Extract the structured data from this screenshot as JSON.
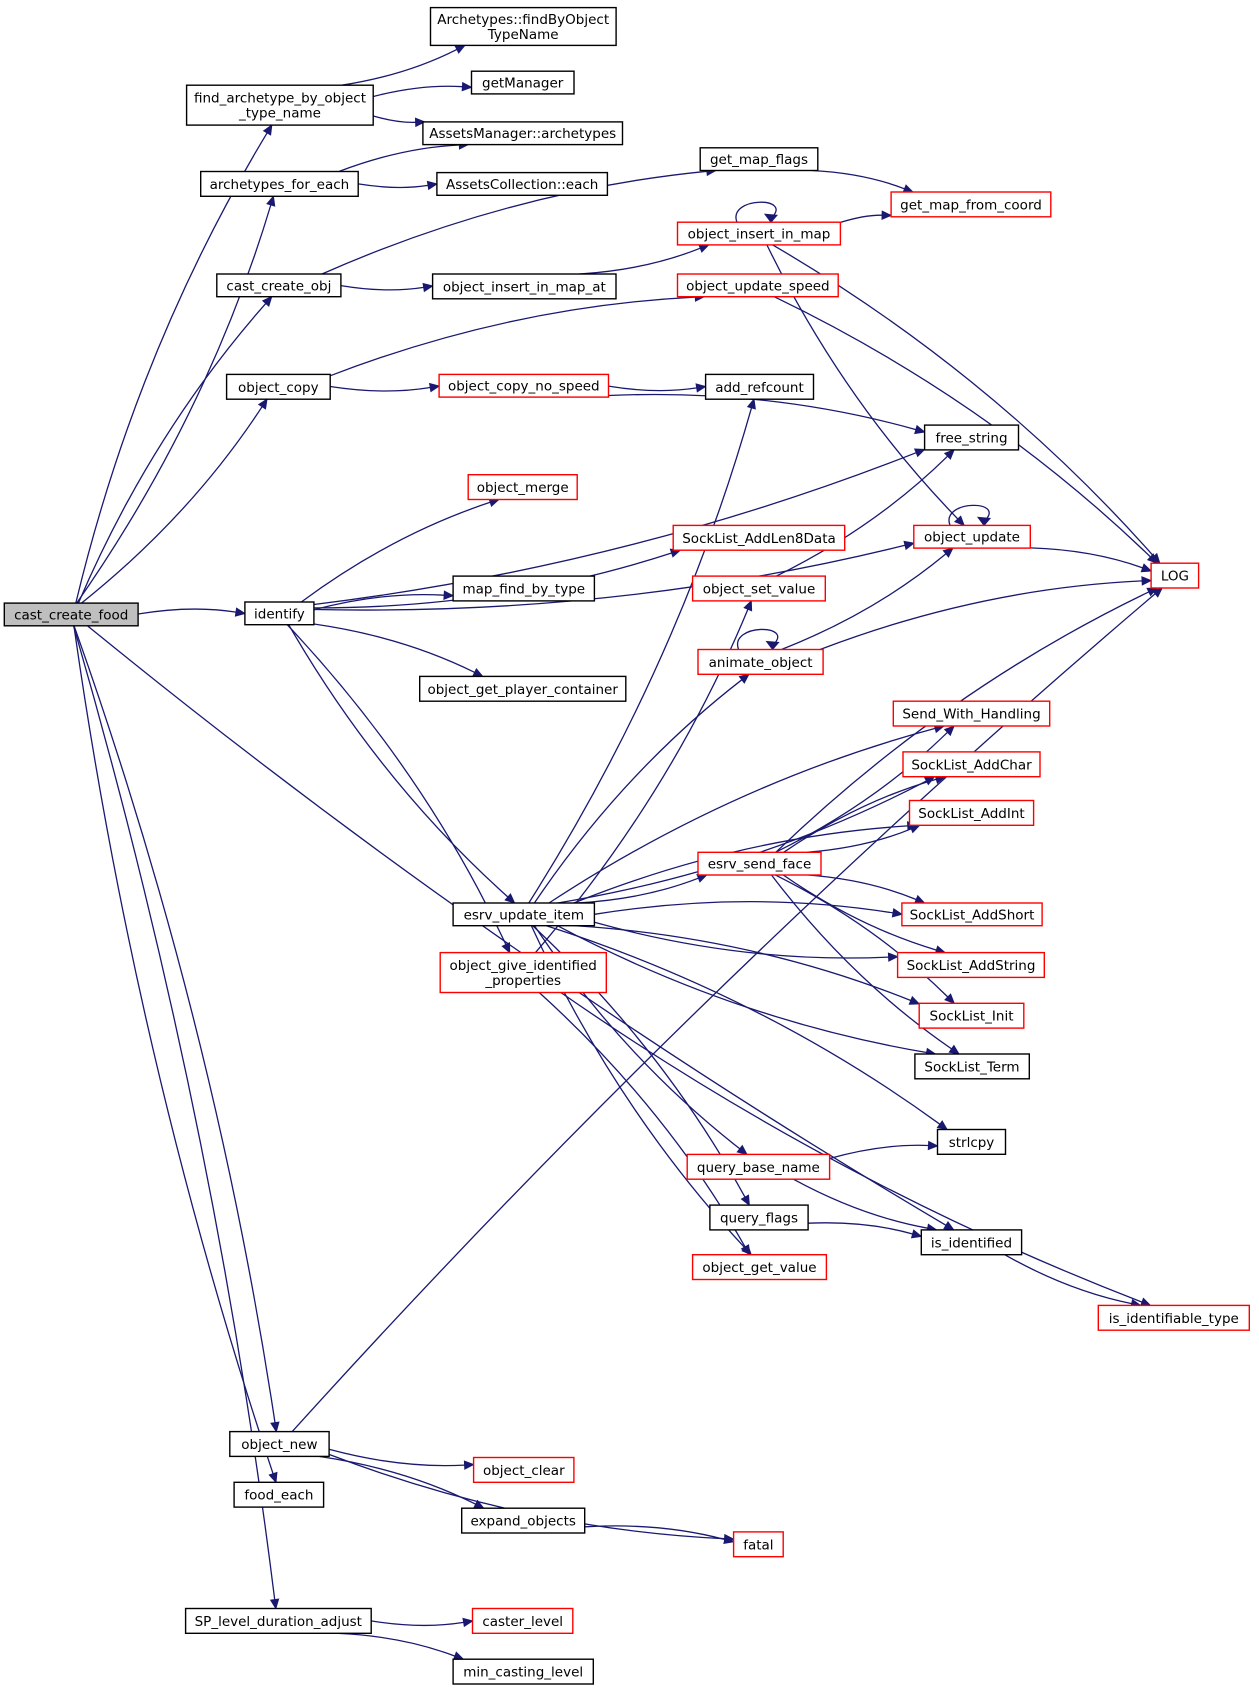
{
  "graph": {
    "edge_color": "#191970",
    "highlight_border_color": "#ff0000",
    "root_fill_color": "#bfbfbf",
    "nodes": [
      {
        "id": "cast_create_food",
        "lines": [
          "cast_create_food"
        ],
        "style": "root"
      },
      {
        "id": "find_archetype",
        "lines": [
          "find_archetype_by_object",
          "_type_name"
        ],
        "style": "plain"
      },
      {
        "id": "findByObjectTypeName",
        "lines": [
          "Archetypes::findByObject",
          "TypeName"
        ],
        "style": "plain"
      },
      {
        "id": "getManager",
        "lines": [
          "getManager"
        ],
        "style": "plain"
      },
      {
        "id": "archetypes",
        "lines": [
          "AssetsManager::archetypes"
        ],
        "style": "plain"
      },
      {
        "id": "archetypes_for_each",
        "lines": [
          "archetypes_for_each"
        ],
        "style": "plain"
      },
      {
        "id": "each",
        "lines": [
          "AssetsCollection::each"
        ],
        "style": "plain"
      },
      {
        "id": "get_map_flags",
        "lines": [
          "get_map_flags"
        ],
        "style": "plain"
      },
      {
        "id": "get_map_from_coord",
        "lines": [
          "get_map_from_coord"
        ],
        "style": "red"
      },
      {
        "id": "object_insert_in_map",
        "lines": [
          "object_insert_in_map"
        ],
        "style": "red"
      },
      {
        "id": "cast_create_obj",
        "lines": [
          "cast_create_obj"
        ],
        "style": "plain"
      },
      {
        "id": "object_insert_in_map_at",
        "lines": [
          "object_insert_in_map_at"
        ],
        "style": "plain"
      },
      {
        "id": "object_update_speed",
        "lines": [
          "object_update_speed"
        ],
        "style": "red"
      },
      {
        "id": "object_copy",
        "lines": [
          "object_copy"
        ],
        "style": "plain"
      },
      {
        "id": "object_copy_no_speed",
        "lines": [
          "object_copy_no_speed"
        ],
        "style": "red"
      },
      {
        "id": "add_refcount",
        "lines": [
          "add_refcount"
        ],
        "style": "plain"
      },
      {
        "id": "free_string",
        "lines": [
          "free_string"
        ],
        "style": "plain"
      },
      {
        "id": "object_merge",
        "lines": [
          "object_merge"
        ],
        "style": "red"
      },
      {
        "id": "SockList_AddLen8Data",
        "lines": [
          "SockList_AddLen8Data"
        ],
        "style": "red"
      },
      {
        "id": "object_update",
        "lines": [
          "object_update"
        ],
        "style": "red"
      },
      {
        "id": "LOG",
        "lines": [
          "LOG"
        ],
        "style": "red"
      },
      {
        "id": "identify",
        "lines": [
          "identify"
        ],
        "style": "plain"
      },
      {
        "id": "map_find_by_type",
        "lines": [
          "map_find_by_type"
        ],
        "style": "plain"
      },
      {
        "id": "object_set_value",
        "lines": [
          "object_set_value"
        ],
        "style": "red"
      },
      {
        "id": "animate_object",
        "lines": [
          "animate_object"
        ],
        "style": "red"
      },
      {
        "id": "object_get_player_container",
        "lines": [
          "object_get_player_container"
        ],
        "style": "plain"
      },
      {
        "id": "Send_With_Handling",
        "lines": [
          "Send_With_Handling"
        ],
        "style": "red"
      },
      {
        "id": "SockList_AddChar",
        "lines": [
          "SockList_AddChar"
        ],
        "style": "red"
      },
      {
        "id": "SockList_AddInt",
        "lines": [
          "SockList_AddInt"
        ],
        "style": "red"
      },
      {
        "id": "esrv_send_face",
        "lines": [
          "esrv_send_face"
        ],
        "style": "red"
      },
      {
        "id": "esrv_update_item",
        "lines": [
          "esrv_update_item"
        ],
        "style": "plain"
      },
      {
        "id": "SockList_AddShort",
        "lines": [
          "SockList_AddShort"
        ],
        "style": "red"
      },
      {
        "id": "object_give_identified_properties",
        "lines": [
          "object_give_identified",
          "_properties"
        ],
        "style": "red"
      },
      {
        "id": "SockList_AddString",
        "lines": [
          "SockList_AddString"
        ],
        "style": "red"
      },
      {
        "id": "SockList_Init",
        "lines": [
          "SockList_Init"
        ],
        "style": "red"
      },
      {
        "id": "SockList_Term",
        "lines": [
          "SockList_Term"
        ],
        "style": "plain"
      },
      {
        "id": "strlcpy",
        "lines": [
          "strlcpy"
        ],
        "style": "plain"
      },
      {
        "id": "query_base_name",
        "lines": [
          "query_base_name"
        ],
        "style": "red"
      },
      {
        "id": "query_flags",
        "lines": [
          "query_flags"
        ],
        "style": "plain"
      },
      {
        "id": "is_identified",
        "lines": [
          "is_identified"
        ],
        "style": "plain"
      },
      {
        "id": "object_get_value",
        "lines": [
          "object_get_value"
        ],
        "style": "red"
      },
      {
        "id": "is_identifiable_type",
        "lines": [
          "is_identifiable_type"
        ],
        "style": "red"
      },
      {
        "id": "object_new",
        "lines": [
          "object_new"
        ],
        "style": "plain"
      },
      {
        "id": "object_clear",
        "lines": [
          "object_clear"
        ],
        "style": "red"
      },
      {
        "id": "food_each",
        "lines": [
          "food_each"
        ],
        "style": "plain"
      },
      {
        "id": "expand_objects",
        "lines": [
          "expand_objects"
        ],
        "style": "plain"
      },
      {
        "id": "fatal",
        "lines": [
          "fatal"
        ],
        "style": "red"
      },
      {
        "id": "SP_level_duration_adjust",
        "lines": [
          "SP_level_duration_adjust"
        ],
        "style": "plain"
      },
      {
        "id": "caster_level",
        "lines": [
          "caster_level"
        ],
        "style": "red"
      },
      {
        "id": "min_casting_level",
        "lines": [
          "min_casting_level"
        ],
        "style": "plain"
      }
    ],
    "edges": [
      [
        "cast_create_food",
        "find_archetype"
      ],
      [
        "cast_create_food",
        "archetypes_for_each"
      ],
      [
        "cast_create_food",
        "cast_create_obj"
      ],
      [
        "cast_create_food",
        "object_copy"
      ],
      [
        "cast_create_food",
        "identify"
      ],
      [
        "cast_create_food",
        "is_identified"
      ],
      [
        "cast_create_food",
        "object_new"
      ],
      [
        "cast_create_food",
        "food_each"
      ],
      [
        "cast_create_food",
        "SP_level_duration_adjust"
      ],
      [
        "find_archetype",
        "findByObjectTypeName"
      ],
      [
        "find_archetype",
        "getManager"
      ],
      [
        "find_archetype",
        "archetypes"
      ],
      [
        "archetypes_for_each",
        "archetypes"
      ],
      [
        "archetypes_for_each",
        "each"
      ],
      [
        "cast_create_obj",
        "get_map_flags"
      ],
      [
        "cast_create_obj",
        "object_insert_in_map_at"
      ],
      [
        "get_map_flags",
        "get_map_from_coord"
      ],
      [
        "object_insert_in_map_at",
        "object_insert_in_map"
      ],
      [
        "object_insert_in_map",
        "get_map_from_coord"
      ],
      [
        "object_insert_in_map",
        "object_insert_in_map"
      ],
      [
        "object_insert_in_map",
        "LOG"
      ],
      [
        "object_insert_in_map",
        "object_update"
      ],
      [
        "object_copy",
        "object_update_speed"
      ],
      [
        "object_copy",
        "object_copy_no_speed"
      ],
      [
        "object_update_speed",
        "LOG"
      ],
      [
        "object_copy_no_speed",
        "add_refcount"
      ],
      [
        "object_copy_no_speed",
        "free_string"
      ],
      [
        "identify",
        "free_string"
      ],
      [
        "identify",
        "object_merge"
      ],
      [
        "identify",
        "object_update"
      ],
      [
        "identify",
        "map_find_by_type"
      ],
      [
        "identify",
        "SockList_AddLen8Data"
      ],
      [
        "identify",
        "object_get_player_container"
      ],
      [
        "identify",
        "esrv_update_item"
      ],
      [
        "identify",
        "object_give_identified_properties"
      ],
      [
        "object_update",
        "object_update"
      ],
      [
        "object_update",
        "LOG"
      ],
      [
        "object_set_value",
        "free_string"
      ],
      [
        "animate_object",
        "animate_object"
      ],
      [
        "animate_object",
        "object_update"
      ],
      [
        "animate_object",
        "LOG"
      ],
      [
        "esrv_update_item",
        "add_refcount"
      ],
      [
        "esrv_update_item",
        "Send_With_Handling"
      ],
      [
        "esrv_update_item",
        "SockList_AddChar"
      ],
      [
        "esrv_update_item",
        "SockList_AddInt"
      ],
      [
        "esrv_update_item",
        "esrv_send_face"
      ],
      [
        "esrv_update_item",
        "SockList_AddShort"
      ],
      [
        "esrv_update_item",
        "SockList_AddString"
      ],
      [
        "esrv_update_item",
        "SockList_Init"
      ],
      [
        "esrv_update_item",
        "SockList_Term"
      ],
      [
        "esrv_update_item",
        "strlcpy"
      ],
      [
        "esrv_update_item",
        "query_base_name"
      ],
      [
        "esrv_update_item",
        "query_flags"
      ],
      [
        "esrv_update_item",
        "object_get_value"
      ],
      [
        "esrv_update_item",
        "animate_object"
      ],
      [
        "esrv_send_face",
        "Send_With_Handling"
      ],
      [
        "esrv_send_face",
        "SockList_AddChar"
      ],
      [
        "esrv_send_face",
        "SockList_AddInt"
      ],
      [
        "esrv_send_face",
        "SockList_AddShort"
      ],
      [
        "esrv_send_face",
        "SockList_AddString"
      ],
      [
        "esrv_send_face",
        "SockList_Init"
      ],
      [
        "esrv_send_face",
        "SockList_Term"
      ],
      [
        "esrv_send_face",
        "LOG"
      ],
      [
        "object_give_identified_properties",
        "object_set_value"
      ],
      [
        "object_give_identified_properties",
        "object_get_value"
      ],
      [
        "object_give_identified_properties",
        "is_identifiable_type"
      ],
      [
        "query_base_name",
        "strlcpy"
      ],
      [
        "query_base_name",
        "is_identified"
      ],
      [
        "query_flags",
        "is_identified"
      ],
      [
        "is_identified",
        "is_identifiable_type"
      ],
      [
        "object_new",
        "LOG"
      ],
      [
        "object_new",
        "object_clear"
      ],
      [
        "object_new",
        "expand_objects"
      ],
      [
        "object_new",
        "fatal"
      ],
      [
        "expand_objects",
        "fatal"
      ],
      [
        "SP_level_duration_adjust",
        "caster_level"
      ],
      [
        "SP_level_duration_adjust",
        "min_casting_level"
      ]
    ]
  }
}
